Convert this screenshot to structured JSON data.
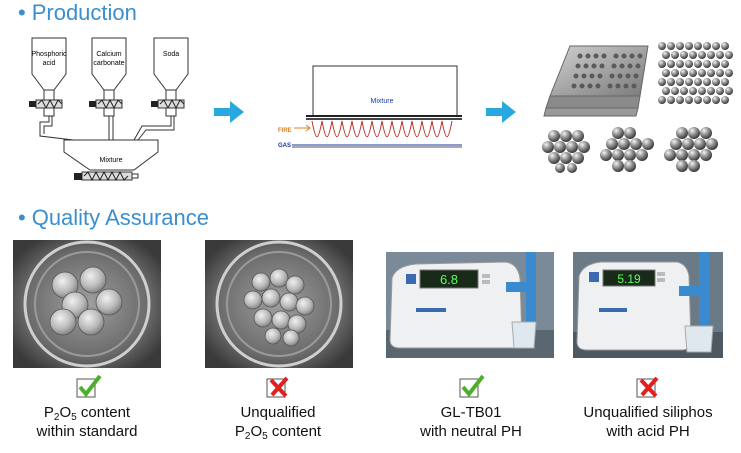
{
  "production": {
    "title": "Production",
    "hoppers": [
      {
        "line1": "Phosphoric",
        "line2": "acid"
      },
      {
        "line1": "Calcium",
        "line2": "carbonate"
      },
      {
        "line1": "Soda",
        "line2": ""
      }
    ],
    "mixer_label": "Mixture",
    "furnace": {
      "mixture_label": "Mixture",
      "fire_label": "FIRE",
      "gas_label": "GAS"
    }
  },
  "quality": {
    "title": "Quality Assurance",
    "items": [
      {
        "status": "pass",
        "line1_pre": "P",
        "line1_sub1": "2",
        "line1_mid": "O",
        "line1_sub2": "5",
        "line1_post": " content",
        "line2": "within standard"
      },
      {
        "status": "fail",
        "line1": "Unqualified",
        "line2_pre": "P",
        "line2_sub1": "2",
        "line2_mid": "O",
        "line2_sub2": "5",
        "line2_post": " content"
      },
      {
        "status": "pass",
        "line1": "GL-TB01",
        "line2": "with neutral PH",
        "meter_reading": "6.8"
      },
      {
        "status": "fail",
        "line1": "Unqualified siliphos",
        "line2": "with acid PH",
        "meter_reading": "5.19"
      }
    ]
  },
  "colors": {
    "accent": "#3a8fd0",
    "arrow": "#29a8e0",
    "pass": "#4caf2a",
    "fail": "#e02020"
  }
}
